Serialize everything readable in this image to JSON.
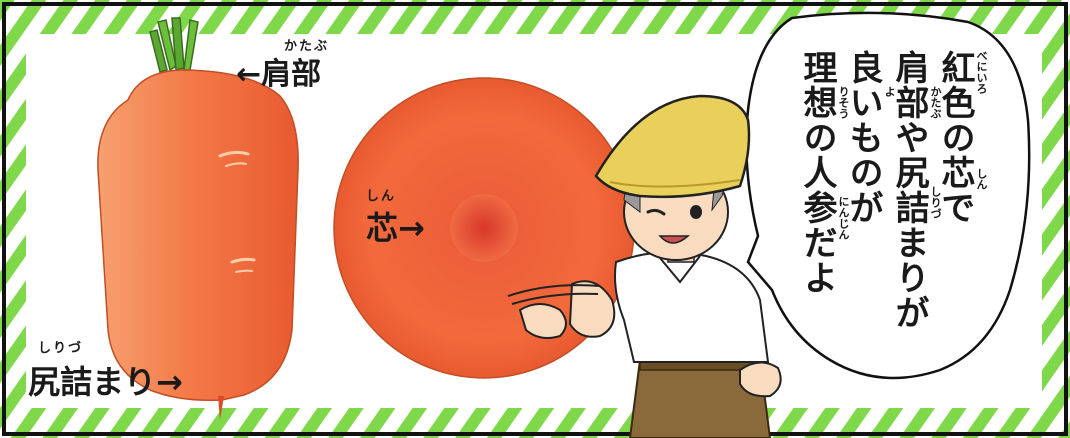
{
  "labels": {
    "shoulder": {
      "text": "←肩部",
      "ruby": "かたぶ"
    },
    "core": {
      "text": "芯→",
      "ruby": "しん"
    },
    "tip": {
      "text": "尻詰まり→",
      "ruby": "しりづ"
    }
  },
  "speech": {
    "lines": [
      "紅色の芯で",
      "肩部や尻詰まりが",
      "良いものが",
      "理想の人参だよ"
    ],
    "rubies": {
      "beni_iro": "べにいろ",
      "shin": "しん",
      "katabu": "かたぶ",
      "shiridzu": "しりづ",
      "yo": "よ",
      "risou": "りそう",
      "ninjin": "にんじん"
    }
  },
  "colors": {
    "stripe_green": "#7fd84a",
    "carrot_orange": "#f26a3c",
    "carrot_core": "#e0442a",
    "leaf_green": "#5aa832",
    "hat_yellow": "#e9d05a",
    "pants_brown": "#8a6a3a",
    "shirt_white": "#ffffff"
  }
}
